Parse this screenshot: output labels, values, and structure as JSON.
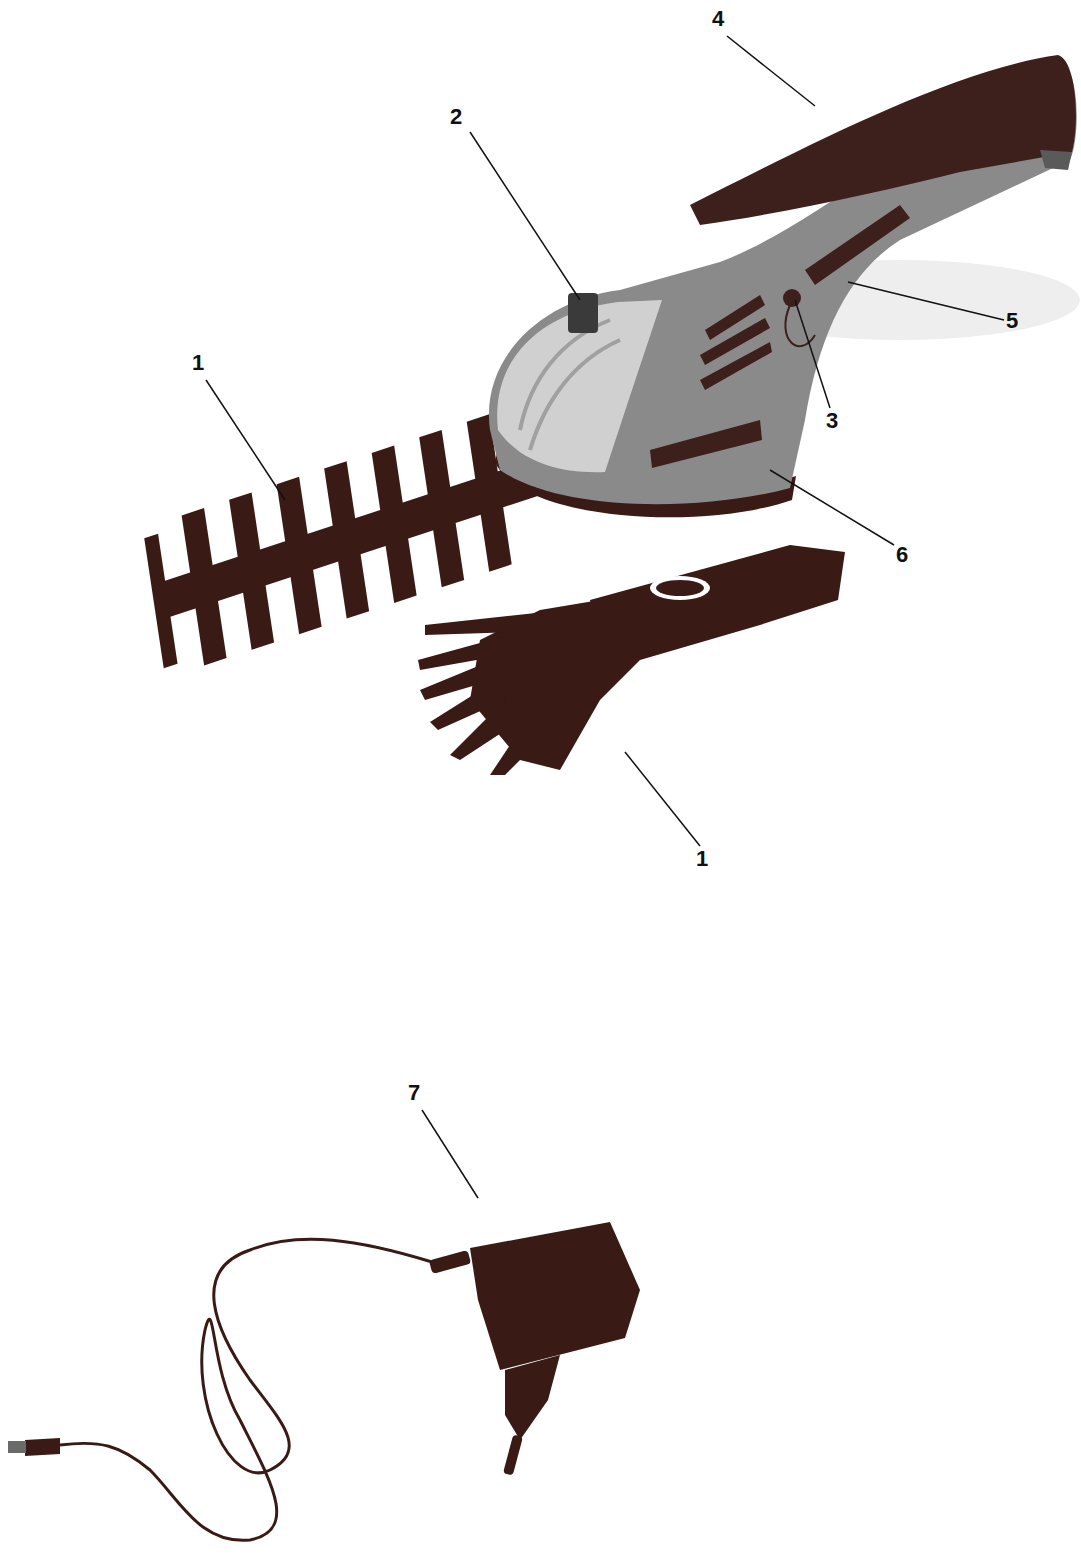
{
  "diagram": {
    "labels": [
      "4",
      "2",
      "5",
      "1",
      "3",
      "6",
      "1",
      "7"
    ]
  }
}
